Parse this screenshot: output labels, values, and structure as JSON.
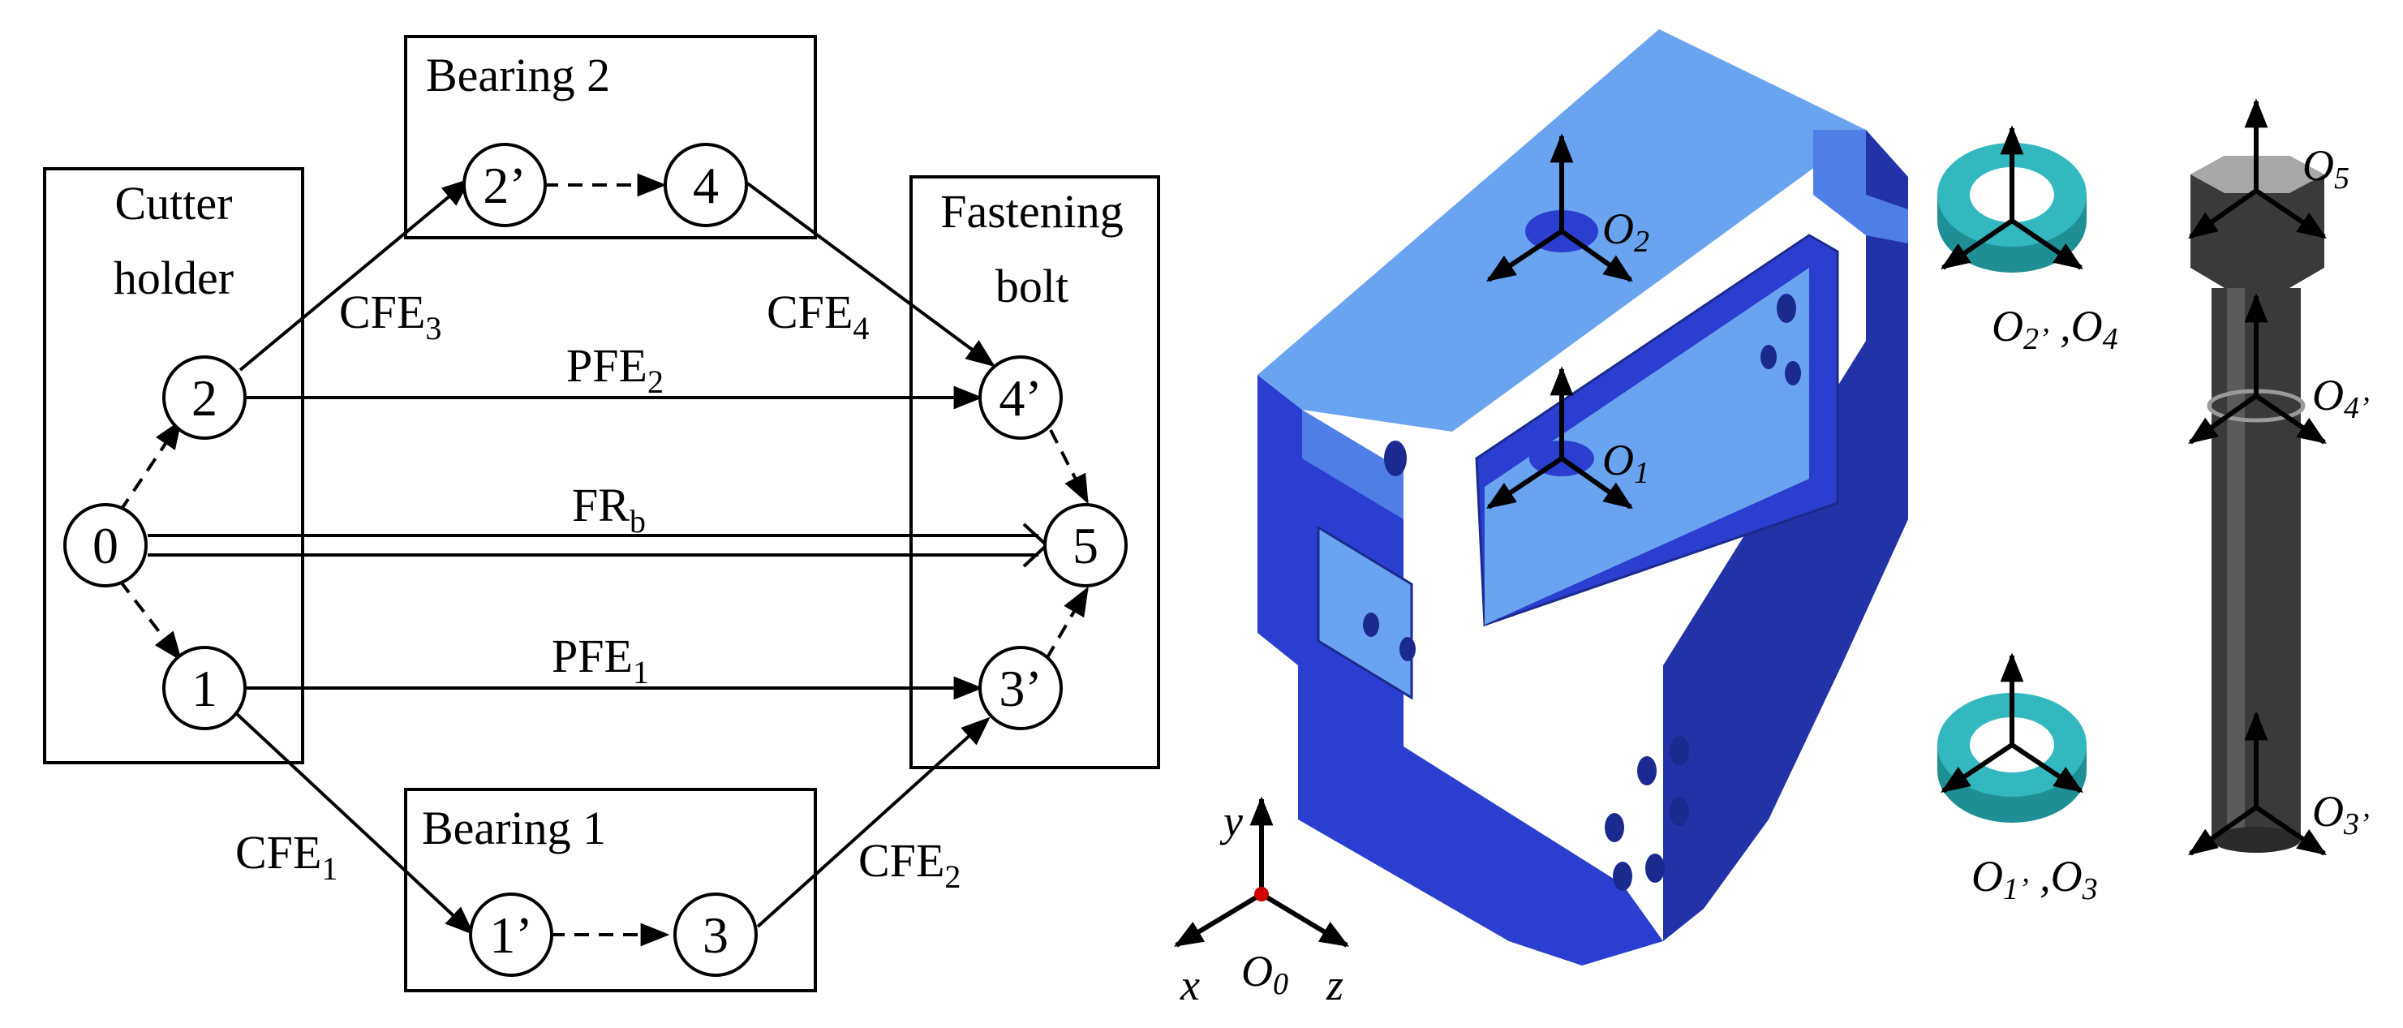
{
  "flow_diagram": {
    "groups": {
      "cutter_holder": [
        "Cutter",
        "holder"
      ],
      "bearing_2": "Bearing 2",
      "bearing_1": "Bearing 1",
      "fastening_bolt": [
        "Fastening",
        "bolt"
      ]
    },
    "nodes": {
      "n0": "0",
      "n1": "1",
      "n2": "2",
      "n2p": "2’",
      "n4": "4",
      "n1p": "1’",
      "n3": "3",
      "n4p": "4’",
      "n3p": "3’",
      "n5": "5"
    },
    "edges": {
      "cfe1": {
        "base": "CFE",
        "sub": "1"
      },
      "cfe2": {
        "base": "CFE",
        "sub": "2"
      },
      "cfe3": {
        "base": "CFE",
        "sub": "3"
      },
      "cfe4": {
        "base": "CFE",
        "sub": "4"
      },
      "pfe1": {
        "base": "PFE",
        "sub": "1"
      },
      "pfe2": {
        "base": "PFE",
        "sub": "2"
      },
      "frb": {
        "base": "FR",
        "sub": "b"
      }
    }
  },
  "assembly": {
    "colors": {
      "bracket_top": "#6aa4f0",
      "bracket_front": "#2a3fd0",
      "bracket_side": "#2233a8",
      "washer": "#33b8c0",
      "bolt": "#3a3a3a"
    },
    "frames": {
      "o0": {
        "base": "O",
        "sub": "0"
      },
      "o1": {
        "base": "O",
        "sub": "1"
      },
      "o2": {
        "base": "O",
        "sub": "2"
      },
      "o5": {
        "base": "O",
        "sub": "5"
      },
      "o2p_o4": {
        "a_base": "O",
        "a_sub": "2’",
        "sep": " ,",
        "b_base": "O",
        "b_sub": "4"
      },
      "o4p": {
        "base": "O",
        "sub": "4’"
      },
      "o1p_o3": {
        "a_base": "O",
        "a_sub": "1’",
        "sep": " ,",
        "b_base": "O",
        "b_sub": "3"
      },
      "o3p": {
        "base": "O",
        "sub": "3’"
      }
    },
    "axes": {
      "x": "x",
      "y": "y",
      "z": "z"
    }
  }
}
